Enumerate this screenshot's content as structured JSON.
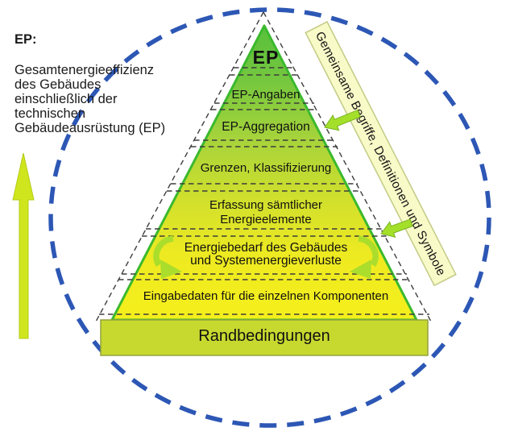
{
  "sidebar": {
    "heading": "EP:",
    "description": "Gesamtenergieeffizienz\ndes Gebäudes\neinschließlich der\ntechnischen\nGebäudeausrüstung (EP)"
  },
  "pyramid": {
    "apex_label": "EP",
    "layers": [
      {
        "label": "EP-Angaben"
      },
      {
        "label": "EP-Aggregation"
      },
      {
        "label": "Grenzen, Klassifizierung"
      },
      {
        "label": "Erfassung sämtlicher\nEnergieelemente"
      },
      {
        "label": "Energiebedarf des Gebäudes\nund Systemenergieverluste"
      },
      {
        "label": "Eingabedaten für die einzelnen Komponenten"
      }
    ],
    "base_label": "Randbedingungen"
  },
  "banner": {
    "label": "Gemeinsame Begriffe, Definitionen und Symbole"
  },
  "colors": {
    "ellipse_blue": "#2d57b5",
    "pyramid_top_green": "#58c03c",
    "pyramid_bottom_yellow": "#f5ef1b",
    "pyramid_border": "#3bb92e",
    "base_box_fill": "#c7d92f",
    "arrow_chartreuse": "#cfe61f",
    "banner_fill": "#f8fac8",
    "dashed_line": "#3d3d3d"
  }
}
